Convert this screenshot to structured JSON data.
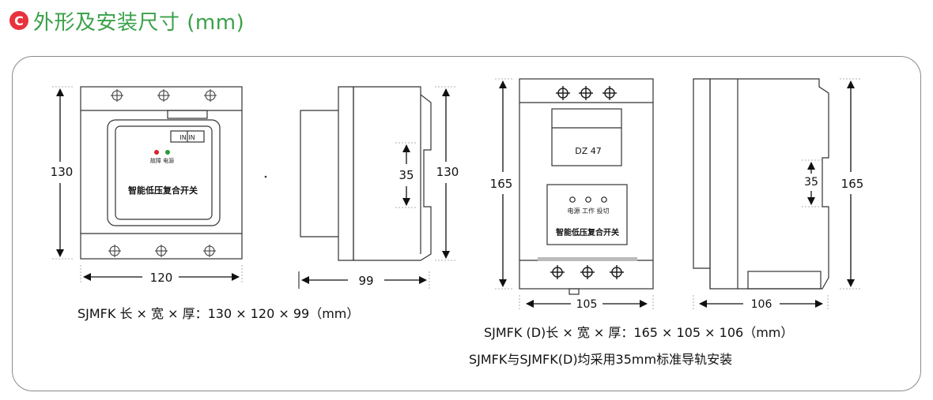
{
  "title": {
    "icon": "c-logo-icon",
    "icon_color": "#e8323c",
    "icon_glyph": "C",
    "text": "外形及安装尺寸 (mm)",
    "text_color": "#3aa14a"
  },
  "sjmfk": {
    "front": {
      "dim_height": "130",
      "dim_width": "120",
      "lcd_label": "IN IN",
      "led_labels": "故障 电源",
      "product_name": "智能低压复合开关"
    },
    "side": {
      "dim_rail": "35",
      "dim_height": "130",
      "dim_depth": "99"
    },
    "caption": "SJMFK 长 × 宽 × 厚：130 × 120 × 99（mm）"
  },
  "sjmfk_d": {
    "front": {
      "dim_height": "165",
      "dim_width": "105",
      "breaker_label": "DZ 47",
      "led_labels": "电源 工作 投切",
      "product_name": "智能低压复合开关"
    },
    "side": {
      "dim_rail": "35",
      "dim_height": "165",
      "dim_depth": "106"
    },
    "caption": "SJMFK (D)长 × 宽 × 厚：165 × 105 × 106（mm）"
  },
  "mounting_note": "SJMFK与SJMFK(D)均采用35mm标准导轨安装"
}
